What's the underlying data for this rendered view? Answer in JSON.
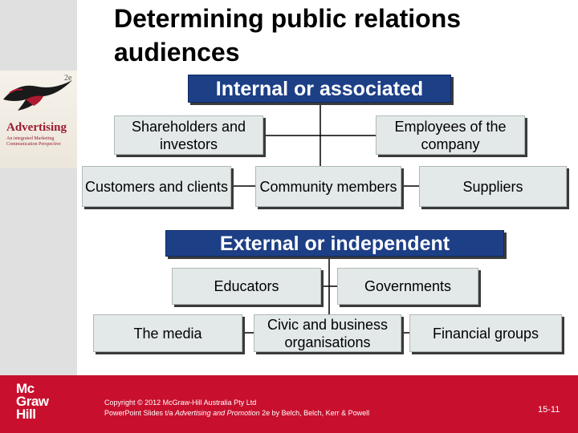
{
  "title": "Determining public relations audiences",
  "book": {
    "edition": "2e",
    "title": "Advertising",
    "subtitle": "An integrated Marketing Communication Perspective"
  },
  "diagram": {
    "internal_header": "Internal or associated",
    "shareholders": "Shareholders and investors",
    "employees": "Employees of the company",
    "customers": "Customers and clients",
    "community": "Community members",
    "suppliers": "Suppliers",
    "external_header": "External or independent",
    "educators": "Educators",
    "governments": "Governments",
    "media": "The media",
    "civic": "Civic and business organisations",
    "financial": "Financial groups"
  },
  "footer": {
    "logo_line1": "Mc",
    "logo_line2": "Graw",
    "logo_line3": "Hill",
    "copyright_line1": "Copyright © 2012 McGraw-Hill Australia Pty Ltd",
    "copyright_prefix": "PowerPoint Slides t/a ",
    "copyright_book": "Advertising and Promotion",
    "copyright_suffix": " 2e by Belch, Belch, Kerr & Powell",
    "page_number": "15-11"
  },
  "colors": {
    "header_blue": "#1d3f86",
    "box_fill": "#e3e9e9",
    "footer_red": "#c8102e"
  }
}
